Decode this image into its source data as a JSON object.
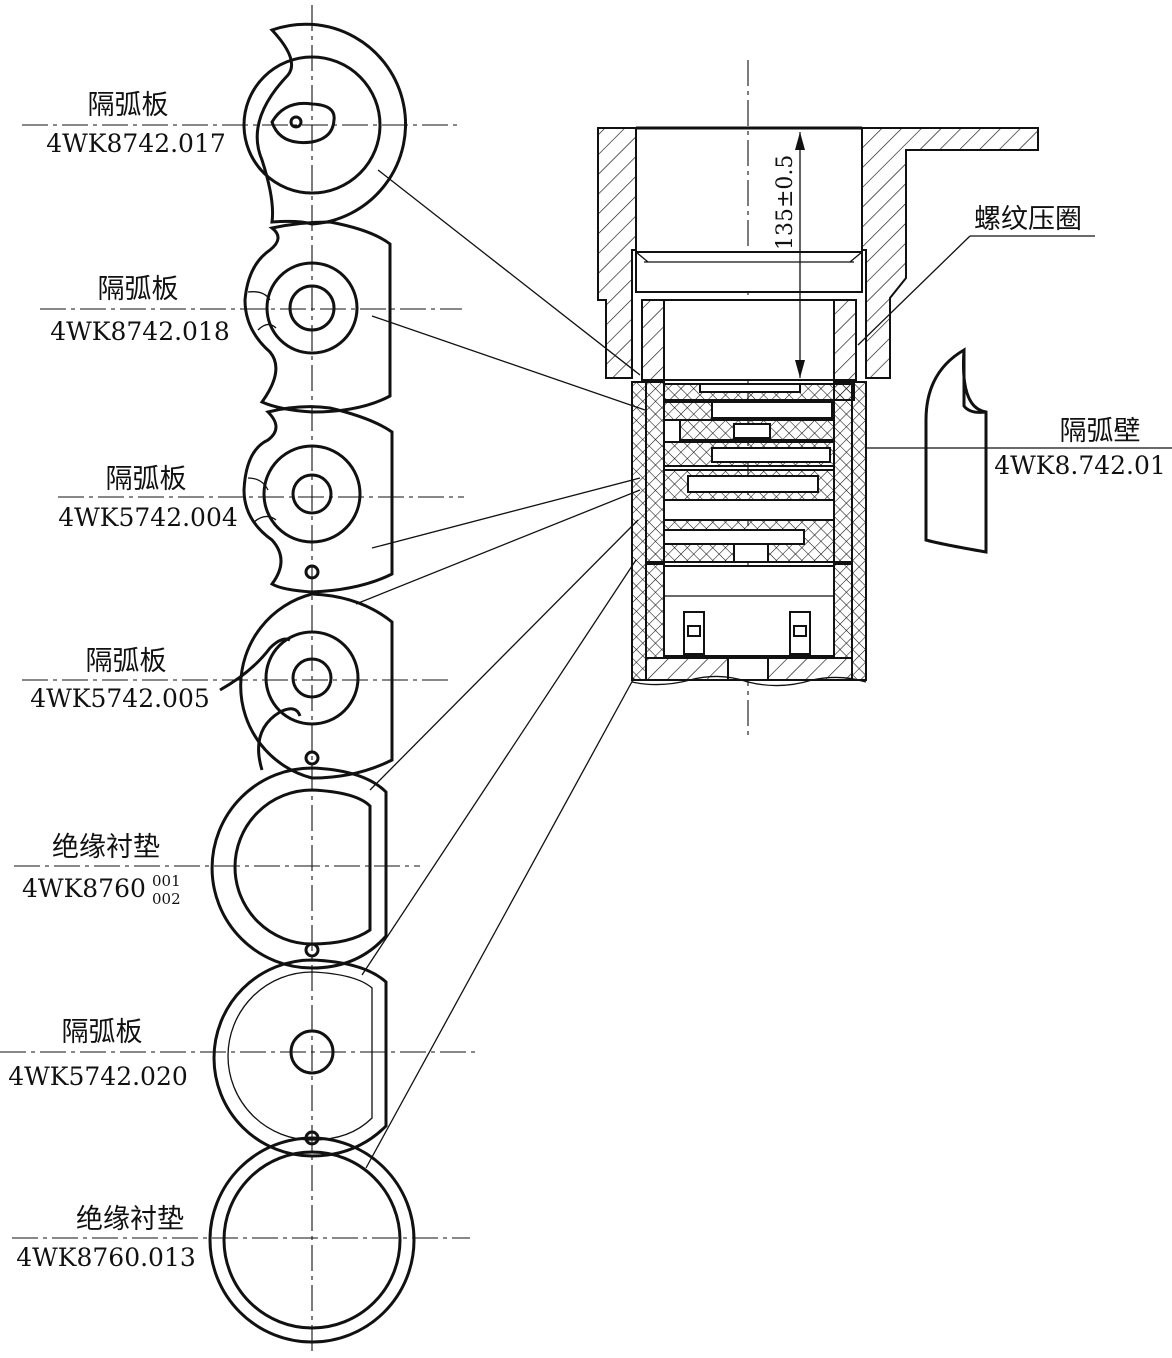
{
  "parts": [
    {
      "name": "隔弧板",
      "code": "4WK8742.017"
    },
    {
      "name": "隔弧板",
      "code": "4WK8742.018"
    },
    {
      "name": "隔弧板",
      "code": "4WK5742.004"
    },
    {
      "name": "隔弧板",
      "code": "4WK5742.005"
    },
    {
      "name": "绝缘衬垫",
      "code": "4WK8760",
      "code_sup": "001",
      "code_sub": "002"
    },
    {
      "name": "隔弧板",
      "code": "4WK5742.020"
    },
    {
      "name": "绝缘衬垫",
      "code": "4WK8760.013"
    }
  ],
  "assembly": {
    "dimension": "135±0.5",
    "ring_label": "螺纹压圈",
    "wall_label": "隔弧壁",
    "wall_code": "4WK8.742.01"
  }
}
